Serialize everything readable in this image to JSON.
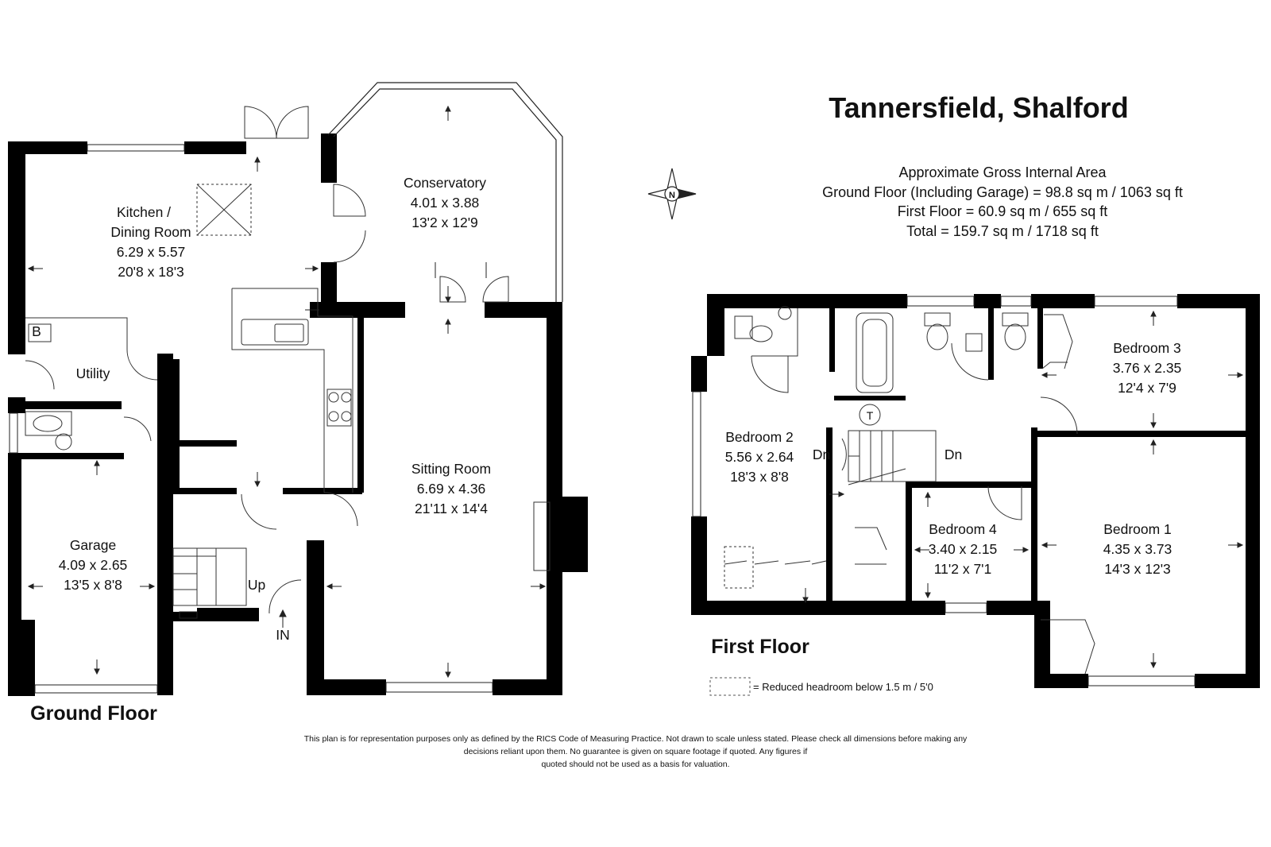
{
  "property_title": "Tannersfield, Shalford",
  "area_summary": {
    "heading": "Approximate Gross Internal Area",
    "ground_floor": "Ground Floor (Including Garage) = 98.8 sq m / 1063 sq ft",
    "first_floor": "First Floor = 60.9 sq m / 655 sq ft",
    "total": "Total = 159.7 sq m / 1718 sq ft"
  },
  "compass_label": "N",
  "floors": {
    "ground": {
      "label": "Ground Floor",
      "rooms": [
        {
          "name": "Kitchen /",
          "name2": "Dining Room",
          "metric": "6.29 x 5.57",
          "imperial": "20'8 x 18'3"
        },
        {
          "name": "Conservatory",
          "metric": "4.01 x 3.88",
          "imperial": "13'2 x 12'9"
        },
        {
          "name": "Utility"
        },
        {
          "name": "Sitting Room",
          "metric": "6.69 x 4.36",
          "imperial": "21'11 x 14'4"
        },
        {
          "name": "Garage",
          "metric": "4.09 x 2.65",
          "imperial": "13'5 x 8'8"
        }
      ],
      "labels": {
        "boiler": "B",
        "up": "Up",
        "entrance": "IN"
      }
    },
    "first": {
      "label": "First Floor",
      "rooms": [
        {
          "name": "Bedroom 2",
          "metric": "5.56 x 2.64",
          "imperial": "18'3 x 8'8"
        },
        {
          "name": "Bedroom 3",
          "metric": "3.76 x 2.35",
          "imperial": "12'4 x 7'9"
        },
        {
          "name": "Bedroom 4",
          "metric": "3.40 x 2.15",
          "imperial": "11'2 x 7'1"
        },
        {
          "name": "Bedroom 1",
          "metric": "4.35 x 3.73",
          "imperial": "14'3 x 12'3"
        }
      ],
      "labels": {
        "down_left": "Dn",
        "down_right": "Dn",
        "tank": "T"
      }
    }
  },
  "legend": {
    "text": "=  Reduced headroom below 1.5 m / 5'0"
  },
  "disclaimer": {
    "line1": "This plan is for representation purposes only as defined by the RICS Code of Measuring Practice. Not drawn to scale unless stated. Please check all dimensions before making any",
    "line2": "decisions reliant upon them. No guarantee is given on square footage if quoted. Any figures if",
    "line3": "quoted should not be used as a basis for valuation."
  },
  "colors": {
    "wall": "#000000",
    "line": "#333333",
    "background": "#ffffff"
  }
}
